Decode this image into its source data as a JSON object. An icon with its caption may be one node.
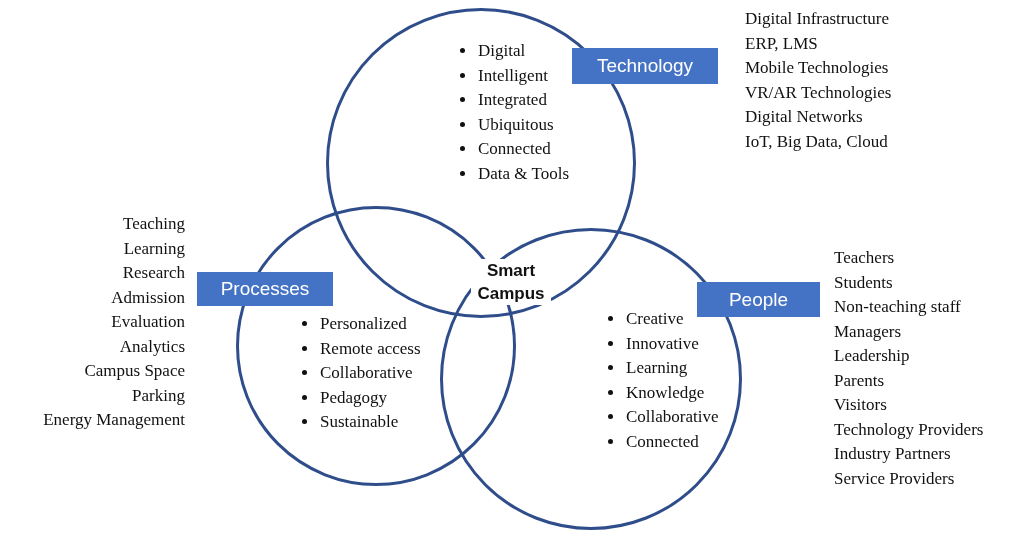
{
  "diagram": {
    "nodes": [
      {
        "text": [
          "Digital",
          "Intelligent",
          "Integrated",
          "Ubiquitous",
          "Connected",
          "Data & Tools"
        ]
      },
      {
        "text": [
          "Personalized",
          "Remote access",
          "Collaborative",
          "Pedagogy",
          "Sustainable"
        ]
      },
      {
        "text": [
          "Creative",
          "Innovative",
          "Learning",
          "Knowledge",
          "Collaborative",
          "Connected"
        ]
      },
      {
        "text": [
          "Technology"
        ],
        "beside": [
          "Digital Infrastructure",
          "ERP, LMS",
          "Mobile Technologies",
          "VR/AR Technologies",
          "Digital Networks",
          "IoT, Big Data, Cloud"
        ]
      },
      {
        "text": [
          "Processes"
        ],
        "beside": [
          "Teaching",
          "Learning",
          "Research",
          "Admission",
          "Evaluation",
          "Analytics",
          "Campus Space",
          "Parking",
          "Energy Management"
        ]
      },
      {
        "text": [
          "People"
        ],
        "beside": [
          "Teachers",
          "Students",
          "Non-teaching staff",
          "Managers",
          "Leadership",
          "Parents",
          "Visitors",
          "Technology Providers",
          "Industry Partners",
          "Service Providers"
        ]
      }
    ],
    "edges": [],
    "labels": [
      "Smart Campus"
    ]
  }
}
